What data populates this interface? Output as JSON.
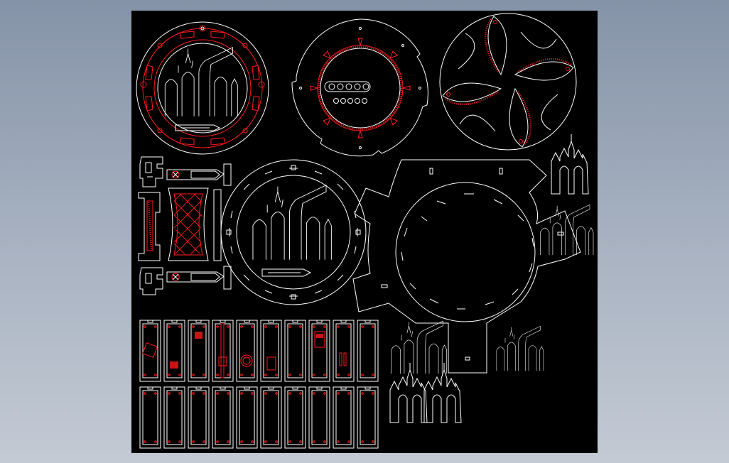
{
  "drawing": {
    "background_color": "#000000",
    "outline_color": "#ffffff",
    "engrave_color": "#ff1a1a",
    "viewport_gradient": [
      "#8593a8",
      "#c3cad4"
    ]
  },
  "pieces": {
    "engraved_panel_count": 10,
    "plain_panel_count": 10,
    "gothic_spire_count": 6
  }
}
